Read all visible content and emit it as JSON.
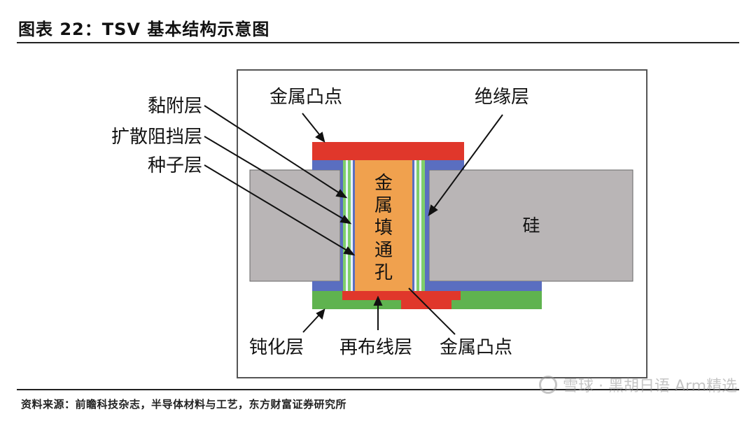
{
  "header": {
    "title": "图表 22：TSV 基本结构示意图"
  },
  "diagram": {
    "labels": {
      "metal_bump_top": "金属凸点",
      "insulation_layer": "绝缘层",
      "adhesion_layer": "黏附层",
      "diffusion_barrier": "扩散阻挡层",
      "seed_layer": "种子层",
      "metal_fill_via": [
        "金",
        "属",
        "填",
        "通",
        "孔"
      ],
      "silicon": "硅",
      "passivation_layer": "钝化层",
      "rdl": "再布线层",
      "metal_bump_bottom": "金属凸点"
    },
    "colors": {
      "silicon": "#b9b5b6",
      "insulation": "#5a6ec0",
      "metal_bump": "#e0372b",
      "metal_fill": "#f0a14e",
      "passivation": "#5fb34f",
      "layer_green": "#7fcf6a",
      "layer_white": "#e9f2ff",
      "frame": "#555555"
    }
  },
  "footer": {
    "source": "资料来源：前瞻科技杂志，半导体材料与工艺，东方财富证券研究所",
    "watermark": "雪球 · 黑胡日语 Arm精选"
  }
}
